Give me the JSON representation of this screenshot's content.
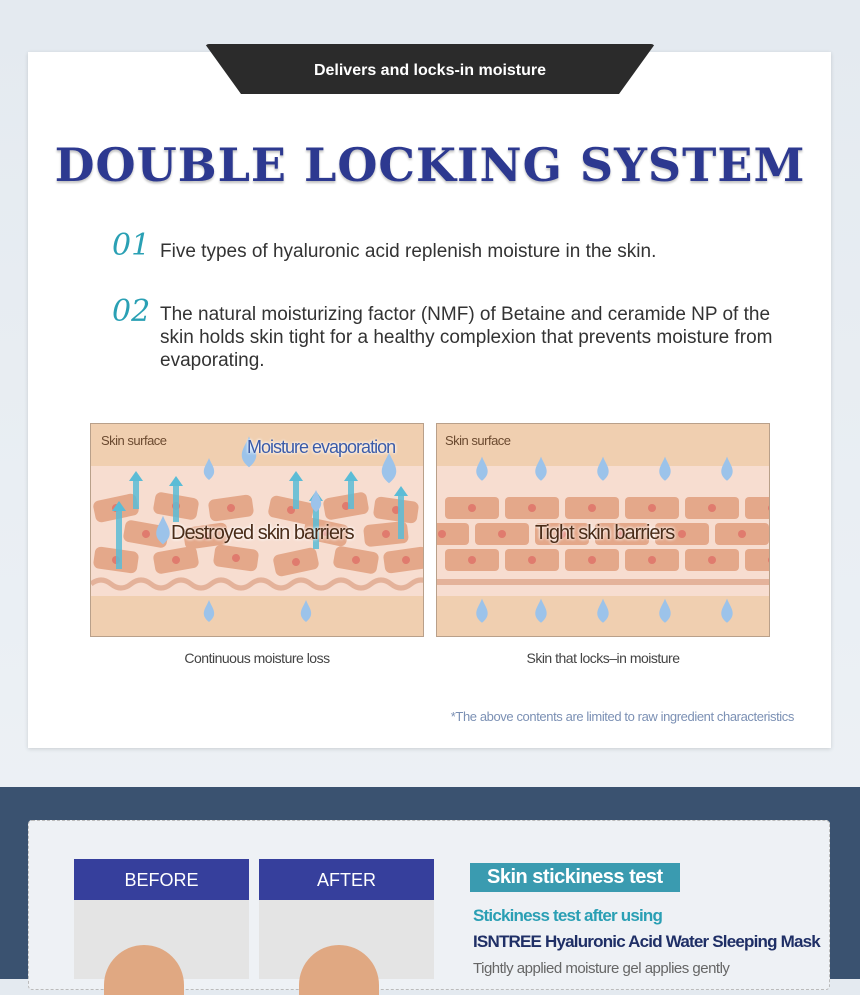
{
  "header": {
    "tab_label": "Delivers and locks-in moisture",
    "title": "DOUBLE LOCKING SYSTEM"
  },
  "points": [
    {
      "num": "01",
      "text": "Five types of hyaluronic acid replenish moisture in the skin."
    },
    {
      "num": "02",
      "text": "The natural moisturizing factor (NMF) of Betaine and ceramide NP of the skin holds skin tight for a healthy complexion that prevents moisture from evaporating."
    }
  ],
  "diagrams": [
    {
      "surface": "Skin surface",
      "overlay": "Moisture evaporation",
      "label": "Destroyed skin barriers",
      "caption": "Continuous moisture loss"
    },
    {
      "surface": "Skin surface",
      "label": "Tight skin barriers",
      "caption": "Skin that locks–in moisture"
    }
  ],
  "note": "*The above contents are limited to raw ingredient characteristics",
  "test": {
    "before": "BEFORE",
    "after": "AFTER",
    "label": "Skin stickiness test",
    "sub1": "Stickiness test after using",
    "sub2": "ISNTREE Hyaluronic Acid Water Sleeping Mask",
    "desc": "Tightly applied moisture gel applies gently"
  },
  "colors": {
    "title": "#2d3990",
    "accent": "#2aa0b4",
    "dark_bg": "#3a5270",
    "badge": "#363f9c"
  }
}
